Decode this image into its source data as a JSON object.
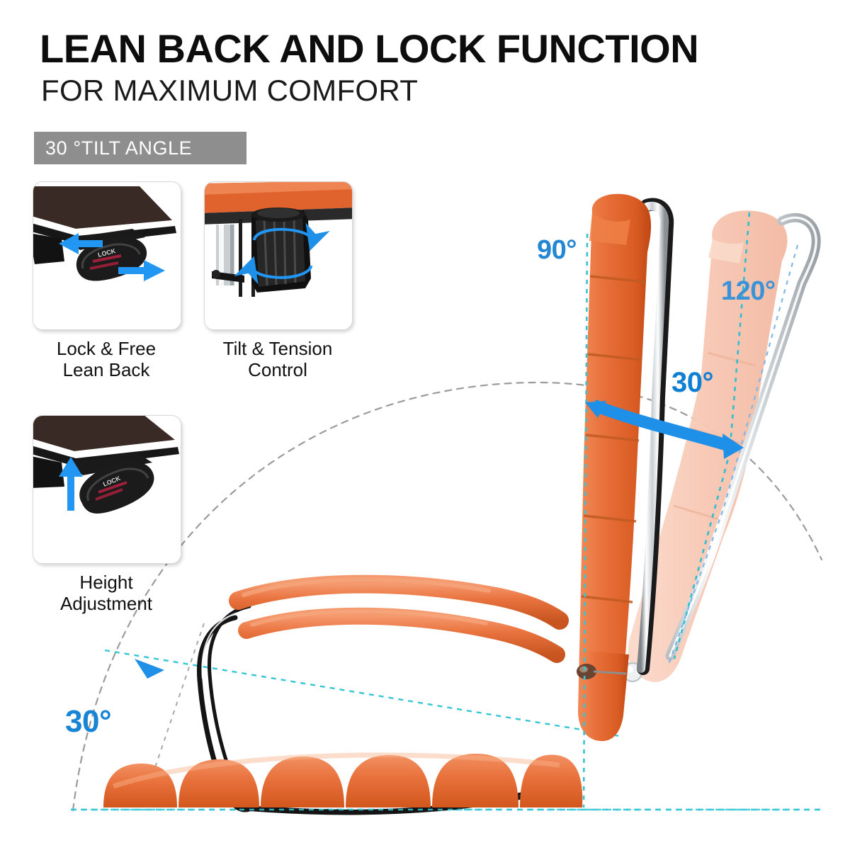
{
  "header": {
    "title": "LEAN BACK AND LOCK FUNCTION",
    "subtitle": "FOR MAXIMUM COMFORT",
    "badge": "30 °TILT ANGLE"
  },
  "features": [
    {
      "id": "lock-free-lean-back",
      "caption": "Lock & Free\nLean Back",
      "caption_line1": "Lock & Free",
      "caption_line2": "Lean Back",
      "icons": [
        "arrow-left-icon",
        "arrow-right-icon",
        "lever-handle-icon"
      ]
    },
    {
      "id": "tilt-tension-control",
      "caption": "Tilt & Tension\nControl",
      "caption_line1": "Tilt & Tension",
      "caption_line2": "Control",
      "icons": [
        "rotation-arrow-icon",
        "tension-knob-icon"
      ]
    },
    {
      "id": "height-adjustment",
      "caption": "Height\nAdjustment",
      "caption_line1": "Height",
      "caption_line2": "Adjustment",
      "icons": [
        "arrow-up-icon",
        "lever-handle-icon"
      ]
    }
  ],
  "diagram": {
    "angle_upright": "90°",
    "angle_reclined": "120°",
    "angle_tilt_back": "30°",
    "angle_tilt_base": "30°"
  },
  "colors": {
    "chair_orange": "#E8703A",
    "chair_orange_dark": "#C9541F",
    "ghost_pink": "#F9CBBA",
    "accent_blue": "#1E90E8",
    "label_blue": "#2487d4",
    "guide_cyan": "#35C6D6",
    "guide_gray": "#9a9a9a",
    "badge_gray": "#8e8e8e",
    "chrome": "#cfd3d6"
  }
}
